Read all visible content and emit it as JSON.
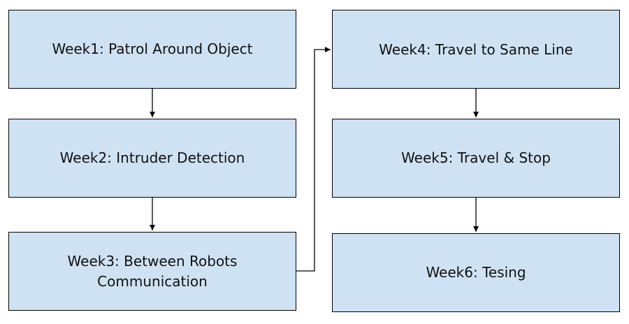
{
  "steps": [
    {
      "label": "Week1: Patrol Around Object"
    },
    {
      "label": "Week2: Intruder Detection"
    },
    {
      "label": "Week3: Between Robots\nCommunication"
    },
    {
      "label": "Week4: Travel to Same Line"
    },
    {
      "label": "Week5: Travel & Stop"
    },
    {
      "label": "Week6: Tesing"
    }
  ],
  "colors": {
    "box_fill": "#cfe2f3",
    "box_border": "#000000",
    "text": "#111111",
    "arrow": "#000000"
  },
  "connections": [
    {
      "from": "Week1: Patrol Around Object",
      "to": "Week2: Intruder Detection"
    },
    {
      "from": "Week2: Intruder Detection",
      "to": "Week3: Between Robots\nCommunication"
    },
    {
      "from": "Week3: Between Robots\nCommunication",
      "to": "Week4: Travel to Same Line"
    },
    {
      "from": "Week4: Travel to Same Line",
      "to": "Week5: Travel & Stop"
    },
    {
      "from": "Week5: Travel & Stop",
      "to": "Week6: Tesing"
    }
  ]
}
